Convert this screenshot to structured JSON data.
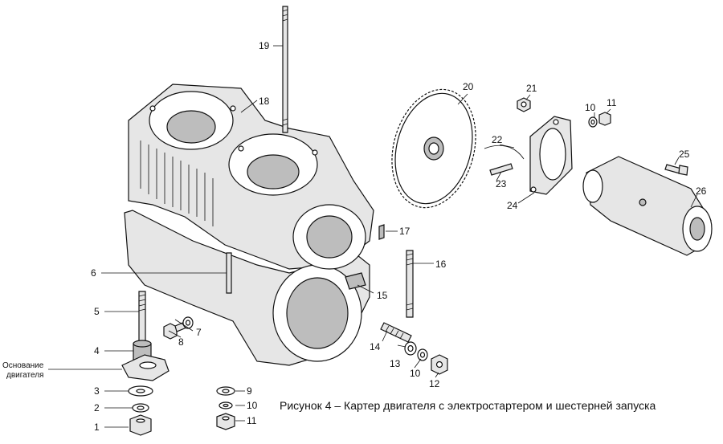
{
  "caption": "Рисунок 4 – Картер двигателя с электростартером и шестерней запуска",
  "base_label": [
    "Основание",
    "двигателя"
  ],
  "callouts": [
    "1",
    "2",
    "3",
    "4",
    "5",
    "6",
    "7",
    "8",
    "9",
    "10",
    "11",
    "12",
    "13",
    "10",
    "14",
    "15",
    "16",
    "17",
    "18",
    "19",
    "20",
    "21",
    "10",
    "11",
    "22",
    "23",
    "24",
    "25",
    "26"
  ]
}
